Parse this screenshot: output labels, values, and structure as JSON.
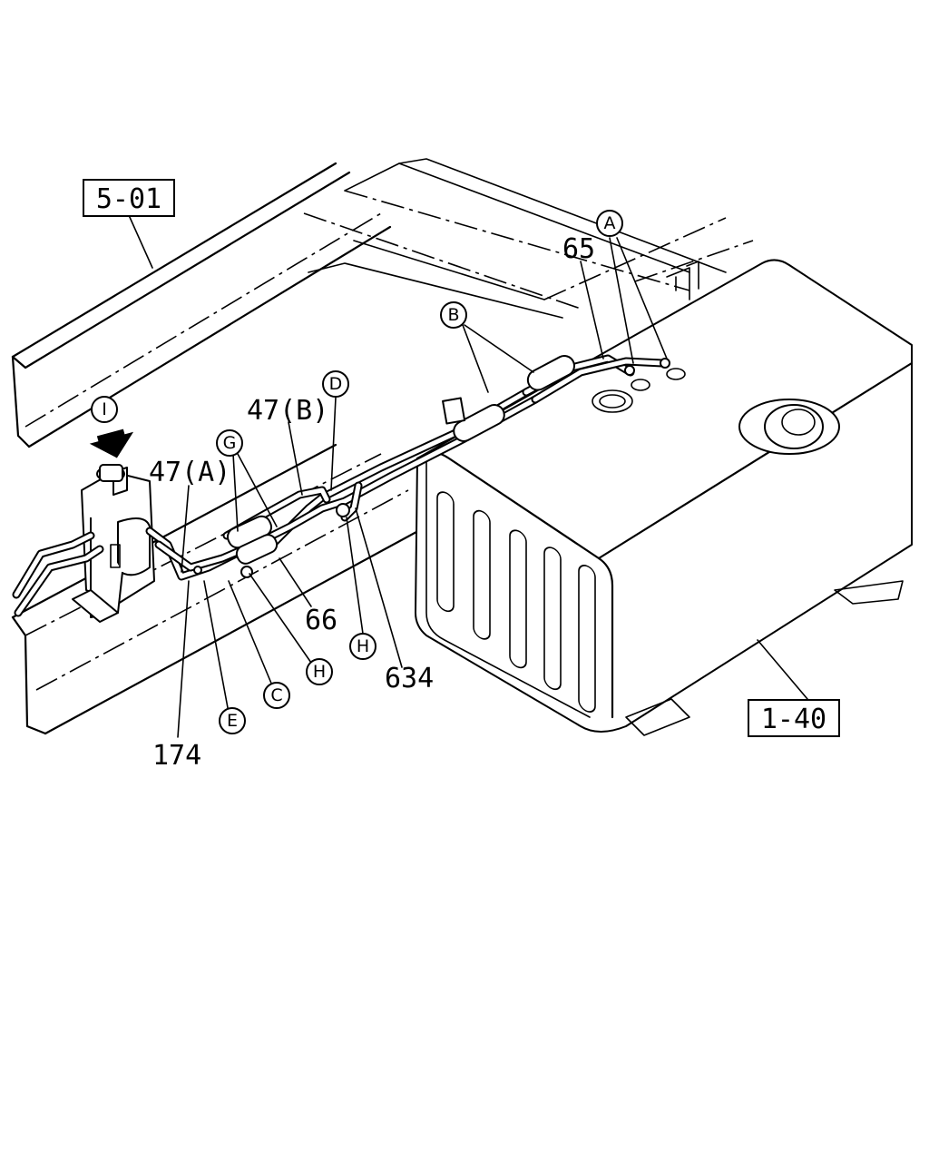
{
  "reference_boxes": {
    "frame_ref": "5-01",
    "tank_ref": "1-40"
  },
  "part_numbers": {
    "p65": "65",
    "p47a": "47(A)",
    "p47b": "47(B)",
    "p66": "66",
    "p634": "634",
    "p174": "174"
  },
  "callouts": {
    "a": "A",
    "b": "B",
    "c": "C",
    "d": "D",
    "e": "E",
    "g": "G",
    "h1": "H",
    "h2": "H",
    "i": "I"
  },
  "icons": {
    "view_arrow": "down-arrow-icon"
  }
}
